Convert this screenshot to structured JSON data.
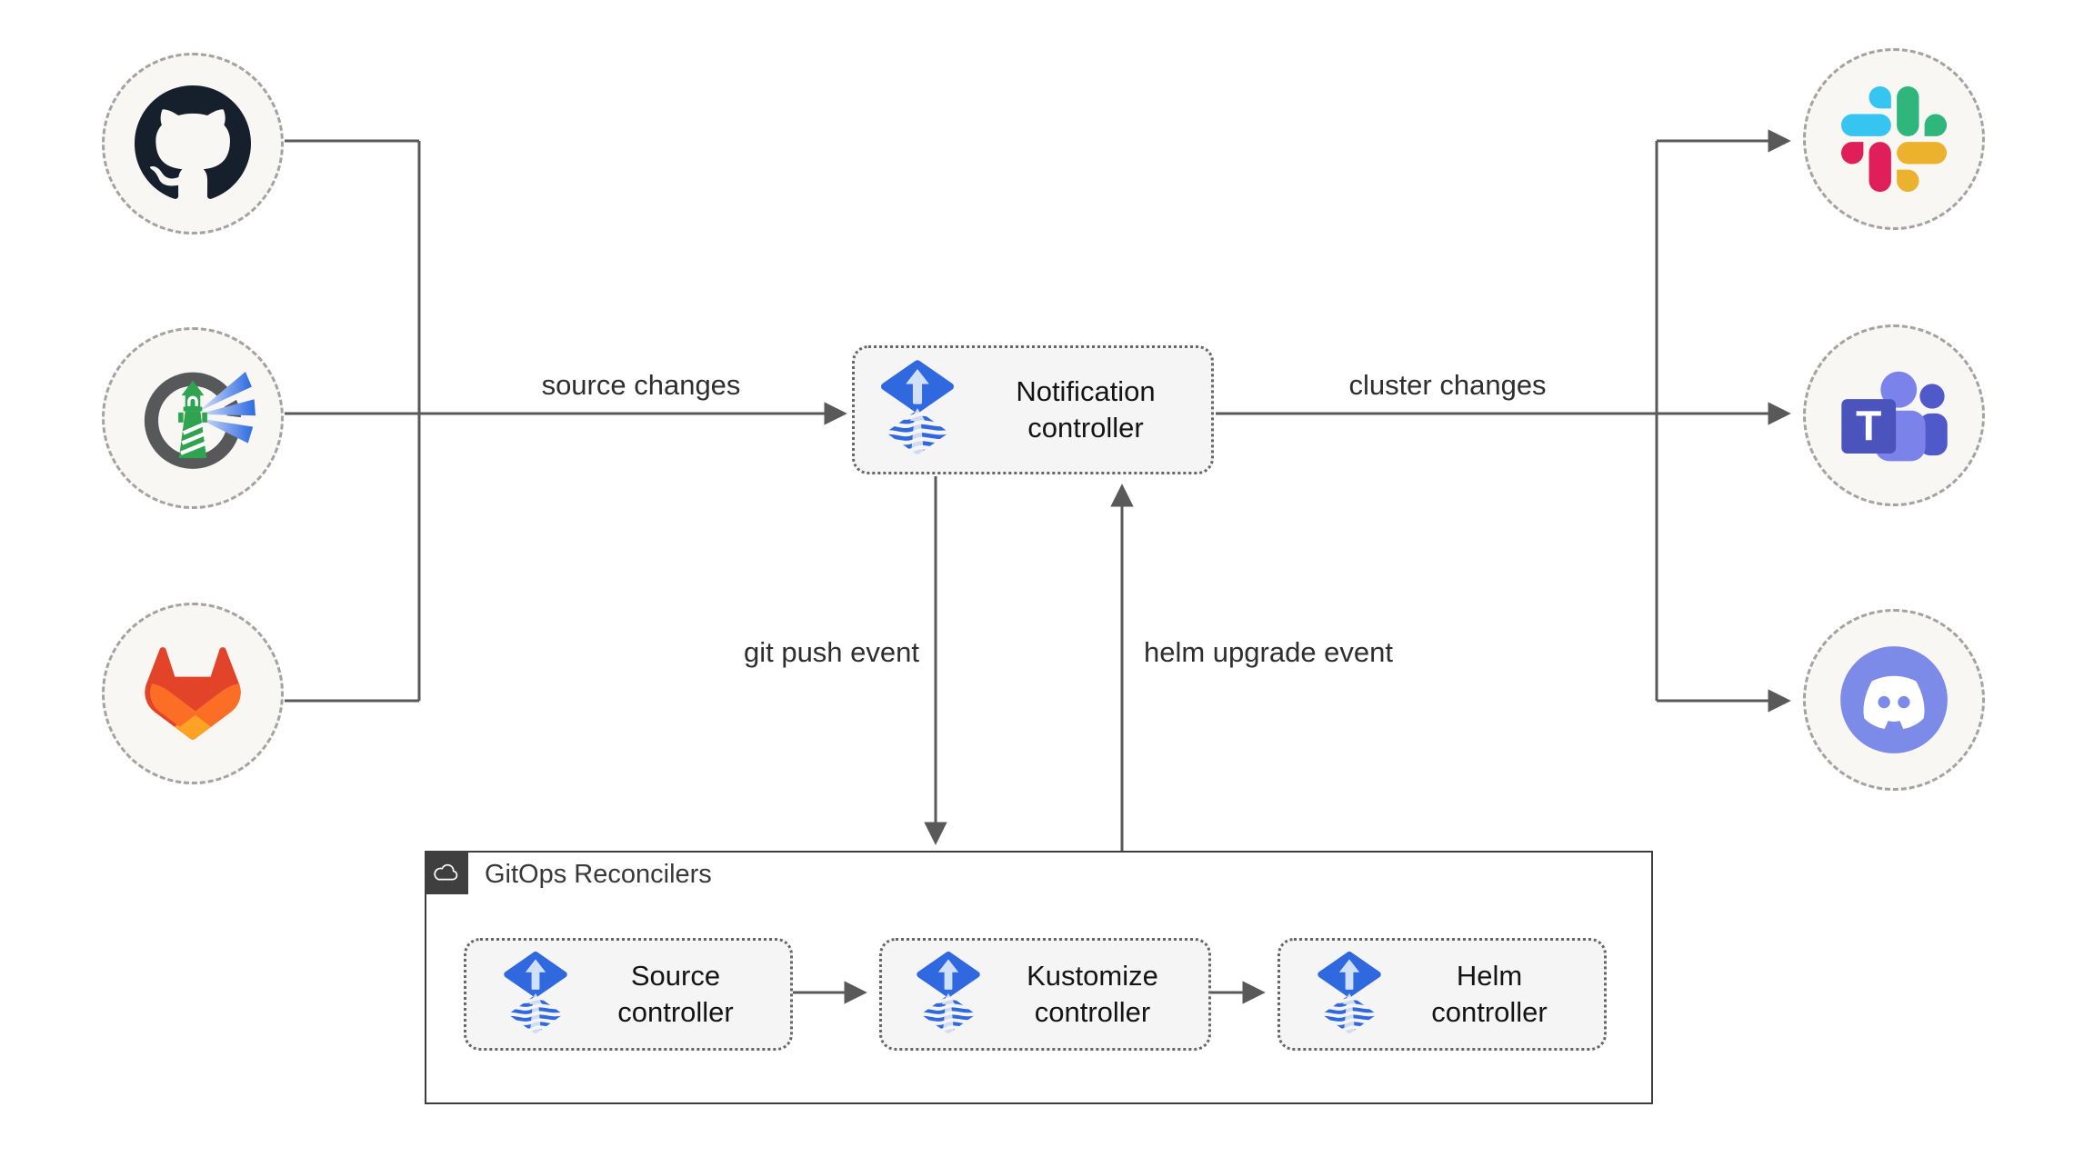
{
  "diagram": {
    "type": "flowchart",
    "background": "#ffffff",
    "sources": [
      {
        "icon": "github-icon"
      },
      {
        "icon": "harbor-icon"
      },
      {
        "icon": "gitlab-icon"
      }
    ],
    "center_node": {
      "label": "Notification controller",
      "icon": "flux-icon"
    },
    "targets": [
      {
        "icon": "slack-icon"
      },
      {
        "icon": "teams-icon",
        "letter": "T"
      },
      {
        "icon": "discord-icon"
      }
    ],
    "edges": {
      "source_changes": "source changes",
      "cluster_changes": "cluster changes",
      "git_push_event": "git push event",
      "helm_upgrade_event": "helm upgrade event"
    },
    "reconcilers_container": {
      "title": "GitOps Reconcilers",
      "badge_icon": "cloud-icon",
      "nodes": [
        {
          "label": "Source controller",
          "icon": "flux-icon"
        },
        {
          "label": "Kustomize controller",
          "icon": "flux-icon"
        },
        {
          "label": "Helm controller",
          "icon": "flux-icon"
        }
      ]
    },
    "colors": {
      "edge": "#595959",
      "flux_blue": "#3068e0",
      "node_fill": "#f5f5f5",
      "circle_fill": "#f8f7f4",
      "circle_border": "#a3a3a3",
      "container_border": "#3d3d3d",
      "slack": [
        "#36c5f0",
        "#2eb67d",
        "#ecb22e",
        "#e01e5a"
      ],
      "gitlab": [
        "#e24329",
        "#fc6d26",
        "#fca326"
      ],
      "teams": [
        "#4b53bc",
        "#5059c9",
        "#7b83eb"
      ],
      "discord": "#7d8be8",
      "harbor_green": "#2fa350",
      "github_dark": "#16202c"
    }
  }
}
